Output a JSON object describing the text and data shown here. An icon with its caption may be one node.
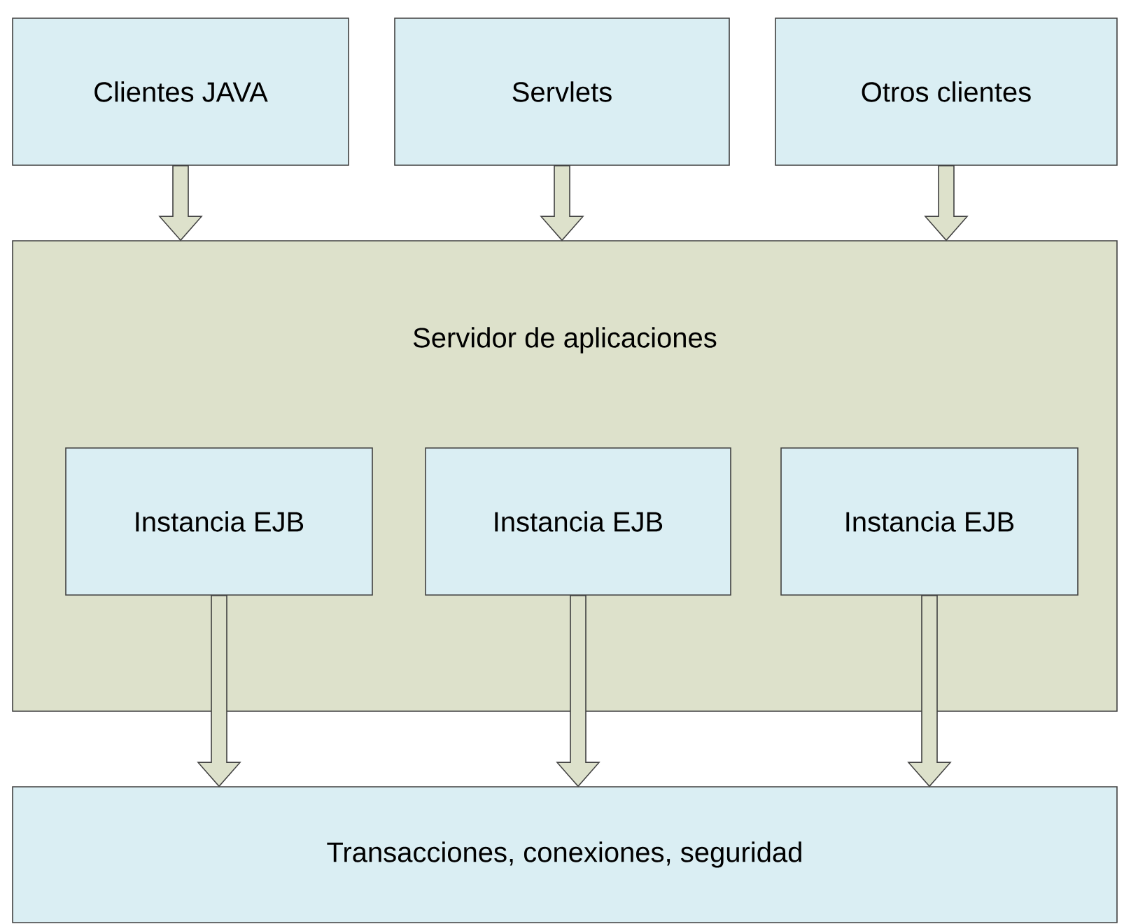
{
  "diagram": {
    "nodes": [
      {
        "text": [
          "Clientes JAVA"
        ]
      },
      {
        "text": [
          "Servlets"
        ]
      },
      {
        "text": [
          "Otros clientes"
        ]
      },
      {
        "text": [
          "Servidor de aplicaciones"
        ]
      },
      {
        "text": [
          "Instancia EJB"
        ],
        "in": 3
      },
      {
        "text": [
          "Instancia EJB"
        ],
        "in": 3
      },
      {
        "text": [
          "Instancia EJB"
        ],
        "in": 3
      },
      {
        "text": [
          "Transacciones, conexiones, seguridad"
        ]
      }
    ],
    "edges": [
      {
        "from": 0,
        "to": 3,
        "arrow": "to"
      },
      {
        "from": 1,
        "to": 3,
        "arrow": "to"
      },
      {
        "from": 2,
        "to": 3,
        "arrow": "to"
      },
      {
        "from": 4,
        "to": 7,
        "arrow": "to"
      },
      {
        "from": 5,
        "to": 7,
        "arrow": "to"
      },
      {
        "from": 6,
        "to": 7,
        "arrow": "to"
      }
    ]
  }
}
